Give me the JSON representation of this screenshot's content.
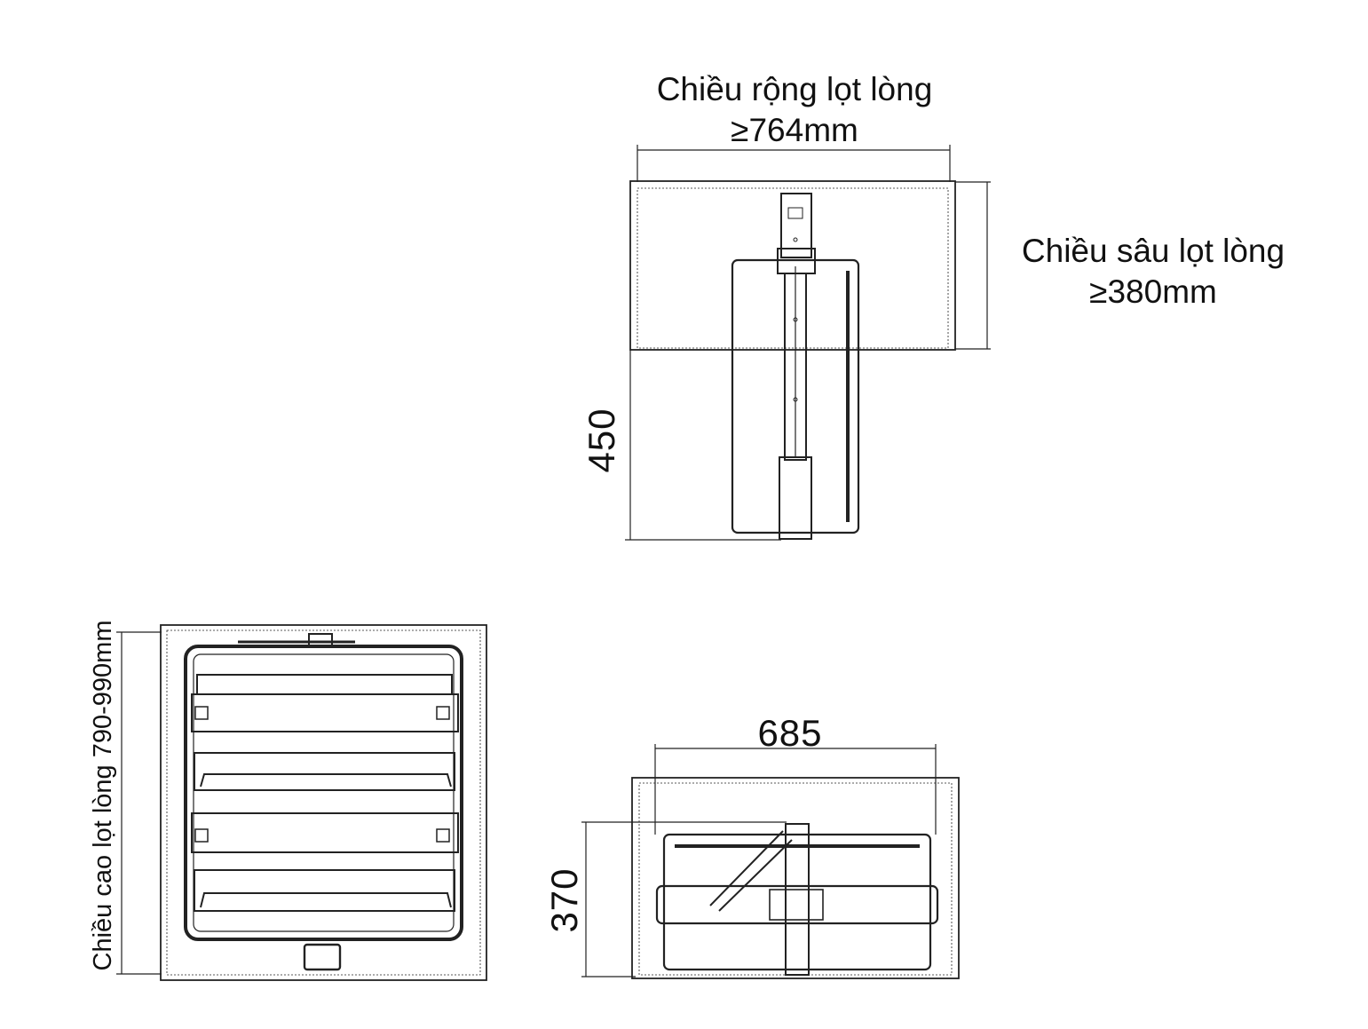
{
  "top_view": {
    "width_label_line1": "Chiều rộng lọt lòng",
    "width_label_line2": "≥764mm",
    "depth_label_line1": "Chiều sâu lọt lòng",
    "depth_label_line2": "≥380mm",
    "dim_450": "450"
  },
  "side_view": {
    "height_label": "Chiều cao lọt lòng 790-990mm"
  },
  "front_view": {
    "dim_685": "685",
    "dim_370": "370"
  },
  "colors": {
    "line": "#222222",
    "thin_line": "#555555"
  }
}
